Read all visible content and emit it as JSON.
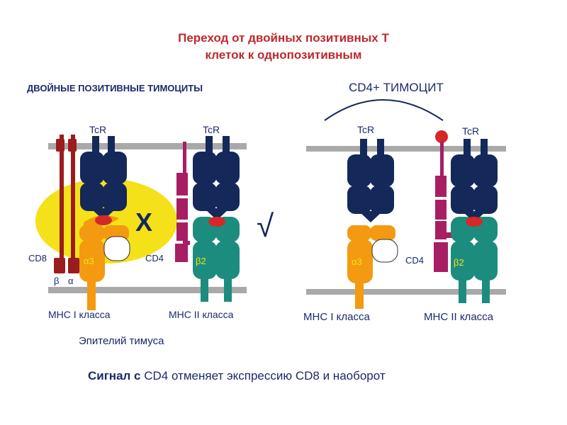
{
  "title": {
    "line1": "Переход от двойных позитивных Т",
    "line2": "клеток к однопозитивным"
  },
  "left_panel": {
    "heading": "ДВОЙНЫЕ ПОЗИТИВНЫЕ ТИМОЦИТЫ",
    "tcr_left": "TcR",
    "tcr_right": "TcR",
    "cross_mark": "X",
    "cd8_label": "CD8",
    "cd4_label": "CD4",
    "alpha3": "α3",
    "beta2": "β2",
    "beta_small": "β",
    "alpha_small": "α",
    "mhc1": "МНС I класса",
    "mhc2": "МНС II класса",
    "epithelium": "Эпителий тимуса"
  },
  "check_mark": "√",
  "right_panel": {
    "heading": "CD4+ ТИМОЦИТ",
    "tcr_left": "TcR",
    "tcr_right": "TcR",
    "cd4_label": "CD4",
    "alpha3": "α3",
    "beta2": "β2",
    "mhc1": "МНС I класса",
    "mhc2": "МНС II класса"
  },
  "footer": {
    "bold_part": "Сигнал с",
    "rest": " CD4 отменяет экспрессию CD8 и наоборот"
  },
  "colors": {
    "title": "#c0282b",
    "tcr": "#14285a",
    "mhc1": "#f39a10",
    "mhc2": "#1c8c7e",
    "cd4": "#a81e63",
    "cd8": "#9b1c1c",
    "peptide": "#d62828",
    "highlight": "#f4e11a",
    "membrane": "#a9a9a9",
    "label_accent": "#f4e11a"
  }
}
